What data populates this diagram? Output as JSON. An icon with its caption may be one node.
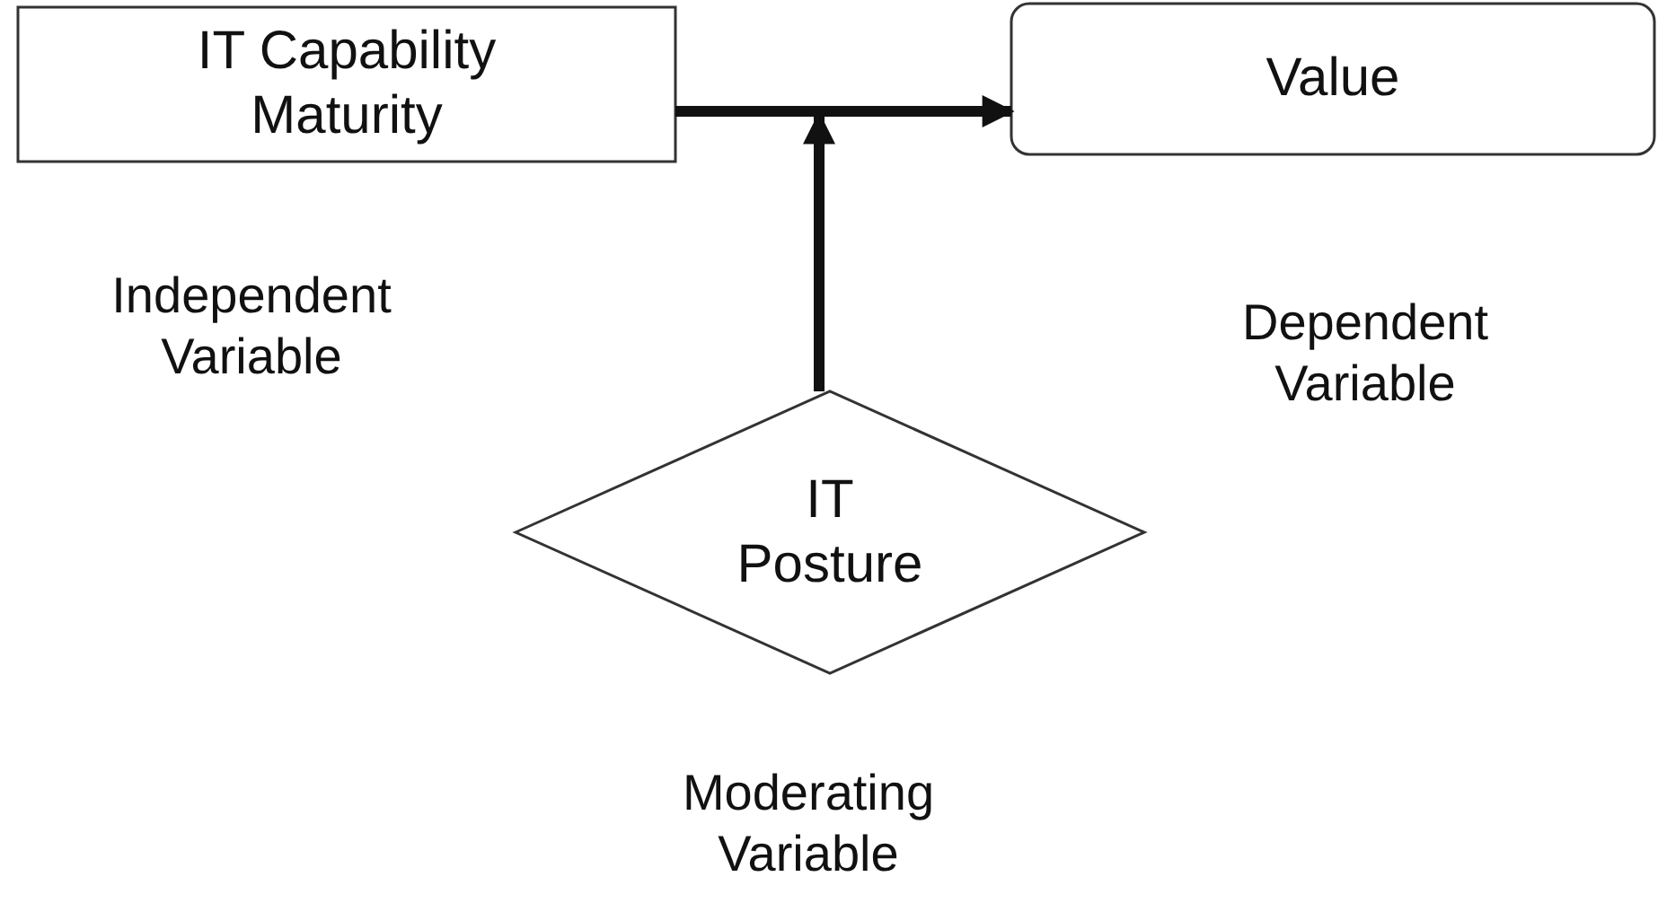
{
  "diagram": {
    "nodes": [
      {
        "text": [
          "IT Capability Maturity"
        ]
      },
      {
        "text": [
          "Value"
        ]
      },
      {
        "text": [
          "IT Posture"
        ]
      }
    ],
    "edges": [
      {
        "from": 0,
        "to": 1,
        "arrow": "to"
      },
      {
        "from": 2,
        "to": null,
        "arrow": "to"
      }
    ],
    "labels": [
      "Independent Variable",
      "Dependent Variable",
      "Moderating Variable"
    ]
  }
}
